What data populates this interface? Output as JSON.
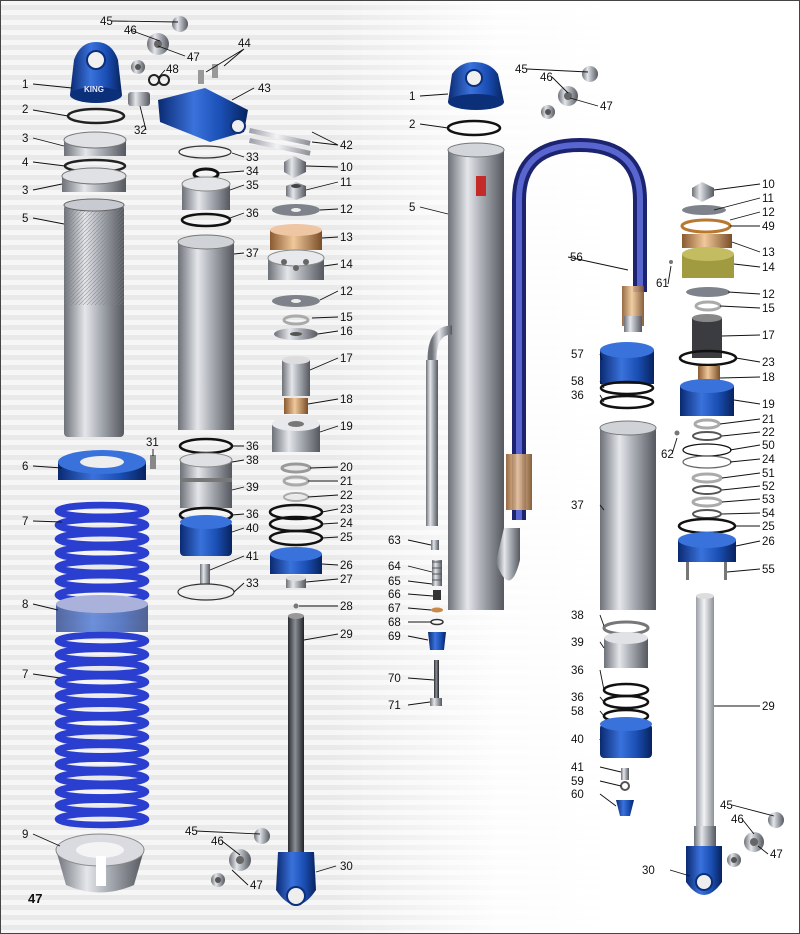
{
  "page_number": "47",
  "brand_text": "KING",
  "colors": {
    "blue": "#1a4fb4",
    "blue_dark": "#0c2f7a",
    "spring": "#2a3fd0",
    "silver": "#b8bcc4",
    "bronze": "#c89a6a",
    "hose": "#2f3aa0"
  },
  "callouts": [
    {
      "id": "l-45a",
      "text": "45"
    },
    {
      "id": "l-46a",
      "text": "46"
    },
    {
      "id": "l-47a",
      "text": "47"
    },
    {
      "id": "l-44",
      "text": "44"
    },
    {
      "id": "l-48",
      "text": "48"
    },
    {
      "id": "l-1a",
      "text": "1"
    },
    {
      "id": "l-43",
      "text": "43"
    },
    {
      "id": "l-2a",
      "text": "2"
    },
    {
      "id": "l-32",
      "text": "32"
    },
    {
      "id": "l-3a",
      "text": "3"
    },
    {
      "id": "l-42",
      "text": "42"
    },
    {
      "id": "l-33a",
      "text": "33"
    },
    {
      "id": "l-4",
      "text": "4"
    },
    {
      "id": "l-10a",
      "text": "10"
    },
    {
      "id": "l-34",
      "text": "34"
    },
    {
      "id": "l-11a",
      "text": "11"
    },
    {
      "id": "l-3b",
      "text": "3"
    },
    {
      "id": "l-35",
      "text": "35"
    },
    {
      "id": "l-12a",
      "text": "12"
    },
    {
      "id": "l-5a",
      "text": "5"
    },
    {
      "id": "l-36a",
      "text": "36"
    },
    {
      "id": "l-13a",
      "text": "13"
    },
    {
      "id": "l-37a",
      "text": "37"
    },
    {
      "id": "l-14a",
      "text": "14"
    },
    {
      "id": "l-12b",
      "text": "12"
    },
    {
      "id": "l-15a",
      "text": "15"
    },
    {
      "id": "l-16",
      "text": "16"
    },
    {
      "id": "l-17a",
      "text": "17"
    },
    {
      "id": "l-18a",
      "text": "18"
    },
    {
      "id": "l-19a",
      "text": "19"
    },
    {
      "id": "l-31",
      "text": "31"
    },
    {
      "id": "l-36b",
      "text": "36"
    },
    {
      "id": "l-6",
      "text": "6"
    },
    {
      "id": "l-38a",
      "text": "38"
    },
    {
      "id": "l-20",
      "text": "20"
    },
    {
      "id": "l-21a",
      "text": "21"
    },
    {
      "id": "l-39a",
      "text": "39"
    },
    {
      "id": "l-22a",
      "text": "22"
    },
    {
      "id": "l-7a",
      "text": "7"
    },
    {
      "id": "l-36c",
      "text": "36"
    },
    {
      "id": "l-23a",
      "text": "23"
    },
    {
      "id": "l-24a",
      "text": "24"
    },
    {
      "id": "l-40a",
      "text": "40"
    },
    {
      "id": "l-25a",
      "text": "25"
    },
    {
      "id": "l-41a",
      "text": "41"
    },
    {
      "id": "l-26a",
      "text": "26"
    },
    {
      "id": "l-27",
      "text": "27"
    },
    {
      "id": "l-33b",
      "text": "33"
    },
    {
      "id": "l-8",
      "text": "8"
    },
    {
      "id": "l-28",
      "text": "28"
    },
    {
      "id": "l-29a",
      "text": "29"
    },
    {
      "id": "l-7b",
      "text": "7"
    },
    {
      "id": "l-9",
      "text": "9"
    },
    {
      "id": "l-45b",
      "text": "45"
    },
    {
      "id": "l-46b",
      "text": "46"
    },
    {
      "id": "l-47b",
      "text": "47"
    },
    {
      "id": "l-30a",
      "text": "30"
    },
    {
      "id": "l-1b",
      "text": "1"
    },
    {
      "id": "l-45c",
      "text": "45"
    },
    {
      "id": "l-46c",
      "text": "46"
    },
    {
      "id": "l-47c",
      "text": "47"
    },
    {
      "id": "l-2b",
      "text": "2"
    },
    {
      "id": "l-5b",
      "text": "5"
    },
    {
      "id": "l-10b",
      "text": "10"
    },
    {
      "id": "l-11b",
      "text": "11"
    },
    {
      "id": "l-12c",
      "text": "12"
    },
    {
      "id": "l-49",
      "text": "49"
    },
    {
      "id": "l-13b",
      "text": "13"
    },
    {
      "id": "l-56",
      "text": "56"
    },
    {
      "id": "l-14b",
      "text": "14"
    },
    {
      "id": "l-61",
      "text": "61"
    },
    {
      "id": "l-12d",
      "text": "12"
    },
    {
      "id": "l-15b",
      "text": "15"
    },
    {
      "id": "l-17b",
      "text": "17"
    },
    {
      "id": "l-57",
      "text": "57"
    },
    {
      "id": "l-23b",
      "text": "23"
    },
    {
      "id": "l-58a",
      "text": "58"
    },
    {
      "id": "l-18b",
      "text": "18"
    },
    {
      "id": "l-36d",
      "text": "36"
    },
    {
      "id": "l-19b",
      "text": "19"
    },
    {
      "id": "l-21b",
      "text": "21"
    },
    {
      "id": "l-22b",
      "text": "22"
    },
    {
      "id": "l-62",
      "text": "62"
    },
    {
      "id": "l-50",
      "text": "50"
    },
    {
      "id": "l-24b",
      "text": "24"
    },
    {
      "id": "l-51",
      "text": "51"
    },
    {
      "id": "l-52",
      "text": "52"
    },
    {
      "id": "l-37b",
      "text": "37"
    },
    {
      "id": "l-53",
      "text": "53"
    },
    {
      "id": "l-54",
      "text": "54"
    },
    {
      "id": "l-25b",
      "text": "25"
    },
    {
      "id": "l-63",
      "text": "63"
    },
    {
      "id": "l-26b",
      "text": "26"
    },
    {
      "id": "l-64",
      "text": "64"
    },
    {
      "id": "l-55",
      "text": "55"
    },
    {
      "id": "l-65",
      "text": "65"
    },
    {
      "id": "l-66",
      "text": "66"
    },
    {
      "id": "l-67",
      "text": "67"
    },
    {
      "id": "l-68",
      "text": "68"
    },
    {
      "id": "l-38b",
      "text": "38"
    },
    {
      "id": "l-69",
      "text": "69"
    },
    {
      "id": "l-39b",
      "text": "39"
    },
    {
      "id": "l-36e",
      "text": "36"
    },
    {
      "id": "l-70",
      "text": "70"
    },
    {
      "id": "l-36f",
      "text": "36"
    },
    {
      "id": "l-29b",
      "text": "29"
    },
    {
      "id": "l-71",
      "text": "71"
    },
    {
      "id": "l-58b",
      "text": "58"
    },
    {
      "id": "l-40b",
      "text": "40"
    },
    {
      "id": "l-41b",
      "text": "41"
    },
    {
      "id": "l-59",
      "text": "59"
    },
    {
      "id": "l-60",
      "text": "60"
    },
    {
      "id": "l-45d",
      "text": "45"
    },
    {
      "id": "l-46d",
      "text": "46"
    },
    {
      "id": "l-47d",
      "text": "47"
    },
    {
      "id": "l-30b",
      "text": "30"
    }
  ]
}
